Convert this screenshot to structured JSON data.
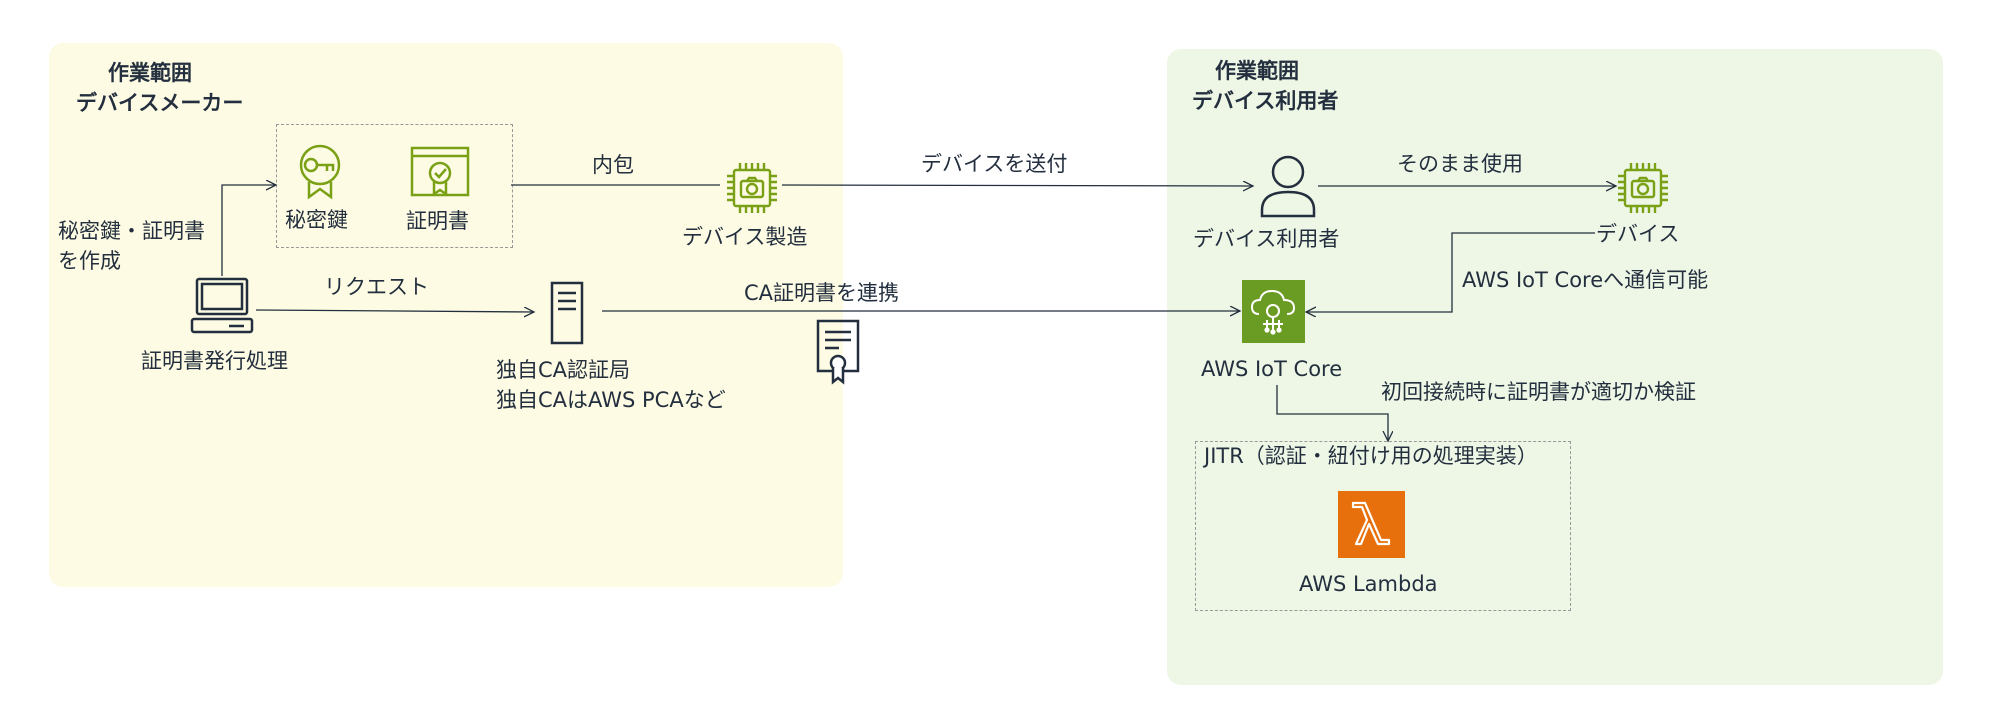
{
  "colors": {
    "maker_zone_bg": "#fdfbe3",
    "user_zone_bg": "#eef7e6",
    "iot_green": "#7aa116",
    "iot_core_tile": "#6a9b23",
    "lambda_orange": "#e7700c",
    "line": "#232f3e"
  },
  "maker_zone": {
    "title_line1": "作業範囲",
    "title_line2": "デバイスメーカー"
  },
  "user_zone": {
    "title_line1": "作業範囲",
    "title_line2": "デバイス利用者"
  },
  "nodes": {
    "cert_process": "証明書発行処理",
    "private_key": "秘密鍵",
    "certificate": "証明書",
    "device_manufacture": "デバイス製造",
    "ca_line1": "独自CA認証局",
    "ca_line2": "独自CAはAWS PCAなど",
    "device_user": "デバイス利用者",
    "device": "デバイス",
    "iot_core": "AWS IoT Core",
    "lambda": "AWS Lambda",
    "jitr_title": "JITR（認証・紐付け用の処理実装）"
  },
  "edges": {
    "create_line1": "秘密鍵・証明書",
    "create_line2": "を作成",
    "request": "リクエスト",
    "embed": "内包",
    "ship": "デバイスを送付",
    "use_as_is": "そのまま使用",
    "ca_link": "CA証明書を連携",
    "iot_comm": "AWS IoT Coreへ通信可能",
    "verify": "初回接続時に証明書が適切か検証"
  },
  "icons": {
    "laptop": "laptop-icon",
    "key": "key-icon",
    "certificate": "certificate-icon",
    "chip": "iot-chip-camera-icon",
    "server": "server-icon",
    "cert_doc": "certificate-document-icon",
    "user": "user-icon",
    "iot_core": "iot-core-icon",
    "lambda": "lambda-icon"
  }
}
